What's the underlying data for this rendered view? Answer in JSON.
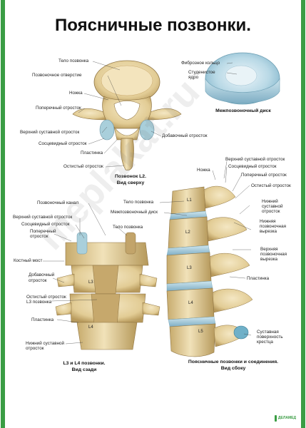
{
  "title": "Поясничные позвонки.",
  "top_view": {
    "labels": {
      "body": "Тело позвонка",
      "foramen": "Позвоночное отверстие",
      "pedicle": "Ножка",
      "transverse": "Поперечный отросток",
      "superior_articular": "Верхний суставной отросток",
      "mamillary": "Сосцевидный отросток",
      "lamina": "Пластинка",
      "spinous": "Остистый отросток",
      "accessory": "Добавочный отросток"
    },
    "caption_1": "Позвонок L2.",
    "caption_2": "Вид сверху"
  },
  "disc": {
    "labels": {
      "fibrous": "Фиброзное кольцо",
      "nucleus_1": "Студенистое",
      "nucleus_2": "ядро"
    },
    "caption": "Межпозвоночный диск"
  },
  "back_view": {
    "labels": {
      "canal": "Позвоночный канал",
      "superior_articular": "Верхний суставной отросток",
      "mamillary": "Сосцевидный отросток",
      "transverse_1": "Поперечный",
      "transverse_2": "отросток",
      "body": "Тело позвонка",
      "bridge": "Костный мост",
      "accessory_1": "Добавочный",
      "accessory_2": "отросток",
      "spinous_1": "Остистый отросток",
      "spinous_2": "L3  позвонка",
      "lamina": "Пластинка",
      "inferior_1": "Нижний суставной",
      "inferior_2": "отросток",
      "l3": "L3",
      "l4": "L4"
    },
    "caption_1": "L3 и L4 позвонки.",
    "caption_2": "Вид сзади"
  },
  "side_view": {
    "labels": {
      "pedicle": "Ножка",
      "superior_articular": "Верхний суставной отросток",
      "mamillary": "Сосцевидный отросток",
      "transverse": "Поперечный отросток",
      "spinous": "Остистый отросток",
      "body": "Тело позвонка",
      "disc": "Межпозвоночный диск",
      "inferior_1": "Нижний",
      "inferior_2": "суставной",
      "inferior_3": "отросток",
      "inf_notch_1": "Нижняя",
      "inf_notch_2": "позвоночная",
      "inf_notch_3": "вырезка",
      "sup_notch_1": "Верхняя",
      "sup_notch_2": "позвоночная",
      "sup_notch_3": "вырезка",
      "lamina": "Пластинка",
      "facet_1": "Суставная",
      "facet_2": "поверхность",
      "facet_3": "крестца",
      "l1": "L1",
      "l2": "L2",
      "l3": "L3",
      "l4": "L4",
      "l5": "L5"
    },
    "caption_1": "Поясничные позвонки и соединения.",
    "caption_2": "Вид сбоку"
  },
  "watermark": "meplakat.ru",
  "logo_text": "ДЕЛАМЕД",
  "colors": {
    "bone": "#e8d6a8",
    "bone_dark": "#b99e64",
    "cartilage": "#9fc9d8",
    "border": "#3a9d44"
  }
}
